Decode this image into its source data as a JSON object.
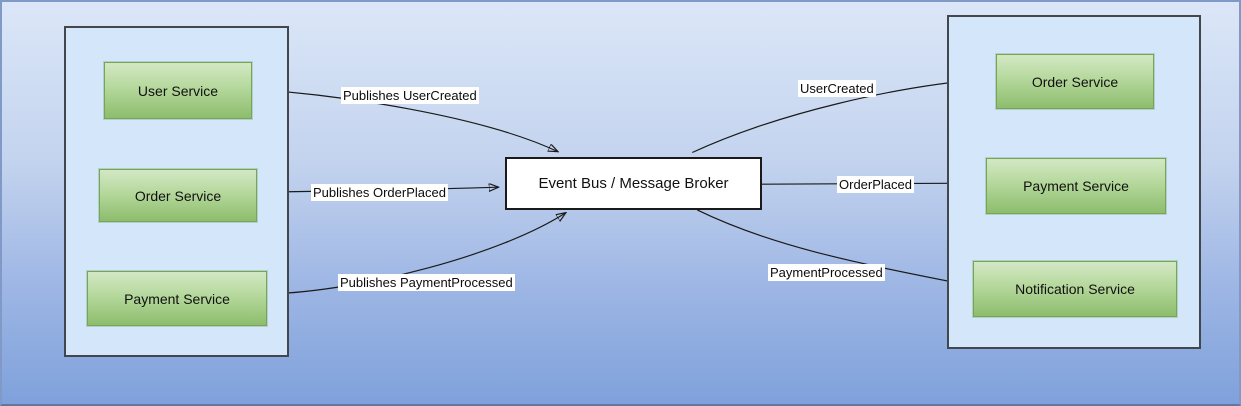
{
  "diagram": {
    "broker": {
      "label": "Event Bus / Message Broker"
    },
    "publishers": [
      {
        "label": "User Service"
      },
      {
        "label": "Order Service"
      },
      {
        "label": "Payment Service"
      }
    ],
    "subscribers": [
      {
        "label": "Order Service"
      },
      {
        "label": "Payment Service"
      },
      {
        "label": "Notification Service"
      }
    ],
    "publish_edges": [
      {
        "label": "Publishes UserCreated",
        "from": "User Service",
        "to": "Event Bus / Message Broker"
      },
      {
        "label": "Publishes OrderPlaced",
        "from": "Order Service",
        "to": "Event Bus / Message Broker"
      },
      {
        "label": "Publishes PaymentProcessed",
        "from": "Payment Service",
        "to": "Event Bus / Message Broker"
      }
    ],
    "deliver_edges": [
      {
        "label": "UserCreated",
        "from": "Event Bus / Message Broker",
        "to": "Order Service"
      },
      {
        "label": "OrderPlaced",
        "from": "Event Bus / Message Broker",
        "to": "Payment Service"
      },
      {
        "label": "PaymentProcessed",
        "from": "Event Bus / Message Broker",
        "to": "Notification Service"
      }
    ],
    "colors": {
      "background_top": "#dbe7f8",
      "background_bottom": "#7fa1db",
      "container_fill": "#d4e7fa",
      "container_border": "#42474d",
      "service_fill_top": "#d3e8c4",
      "service_fill_bottom": "#8dbd6d",
      "service_border": "#74a657",
      "broker_fill": "#ffffff",
      "broker_border": "#1a1a1a",
      "edge_stroke": "#1a1a1a",
      "label_background": "#ffffff"
    }
  }
}
